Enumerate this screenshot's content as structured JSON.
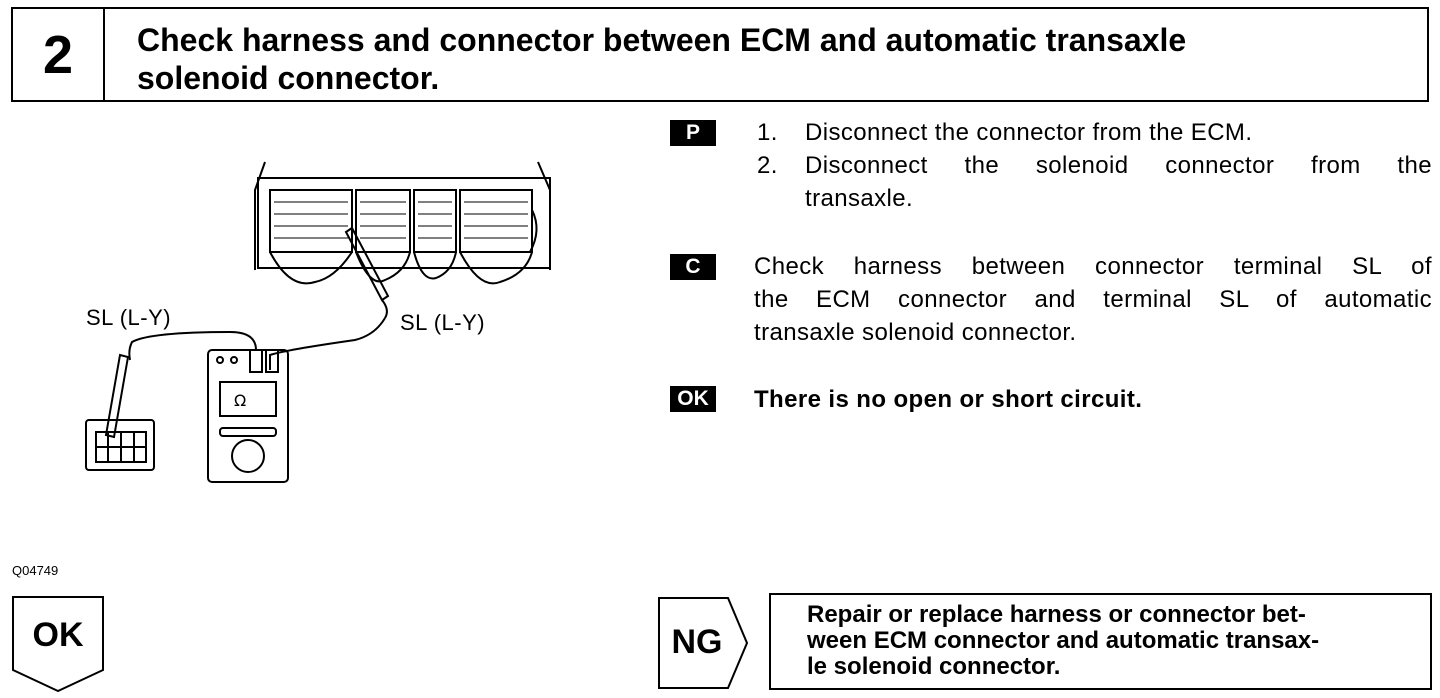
{
  "header": {
    "step_number": "2",
    "title_line1": "Check harness and connector between ECM and automatic transaxle",
    "title_line2": "solenoid connector."
  },
  "diagram": {
    "label_left": "SL (L-Y)",
    "label_right": "SL (L-Y)",
    "meter_symbol": "Ω",
    "figure_id": "Q04749"
  },
  "steps": {
    "prepare_tag": "P",
    "prepare_items": [
      {
        "num": "1.",
        "text": "Disconnect the connector from the ECM."
      },
      {
        "num": "2.",
        "text": "Disconnect the solenoid connector from the",
        "text2": "transaxle."
      }
    ],
    "check_tag": "C",
    "check_line1": "Check harness between connector terminal SL of",
    "check_line2": "the ECM connector and terminal SL of automatic",
    "check_line3": "transaxle solenoid connector.",
    "ok_tag": "OK",
    "ok_text": "There is no open or short circuit."
  },
  "bottom": {
    "ok_label": "OK",
    "ng_label": "NG",
    "action_line1": "Repair or replace harness or connector bet-",
    "action_line2": "ween ECM connector and automatic transax-",
    "action_line3": "le solenoid connector."
  }
}
